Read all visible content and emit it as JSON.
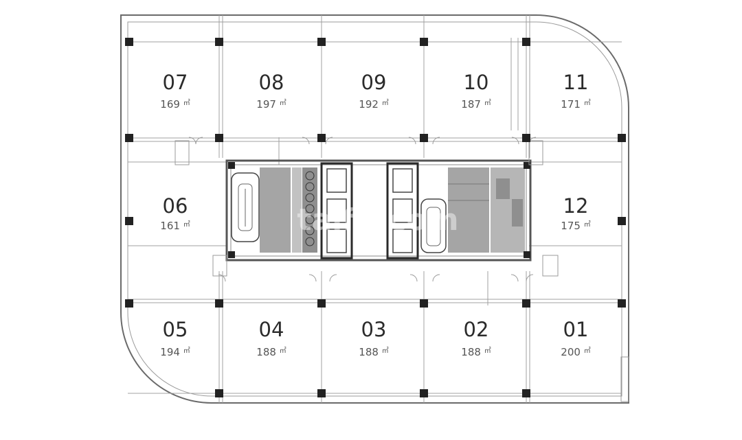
{
  "floor_plan": {
    "area_unit": "㎡",
    "units": [
      {
        "id": "07",
        "area": "169"
      },
      {
        "id": "08",
        "area": "197"
      },
      {
        "id": "09",
        "area": "192"
      },
      {
        "id": "10",
        "area": "187"
      },
      {
        "id": "11",
        "area": "171"
      },
      {
        "id": "06",
        "area": "161"
      },
      {
        "id": "12",
        "area": "175"
      },
      {
        "id": "05",
        "area": "194"
      },
      {
        "id": "04",
        "area": "188"
      },
      {
        "id": "03",
        "area": "188"
      },
      {
        "id": "02",
        "area": "188"
      },
      {
        "id": "01",
        "area": "200"
      }
    ]
  },
  "watermark": "taifu.com",
  "colors": {
    "wall": "#6a6a6a",
    "grid_line": "#9a9a9a",
    "column": "#222222",
    "core_fill": "#9e9e9e",
    "elevator_outline": "#2a2a2a"
  }
}
